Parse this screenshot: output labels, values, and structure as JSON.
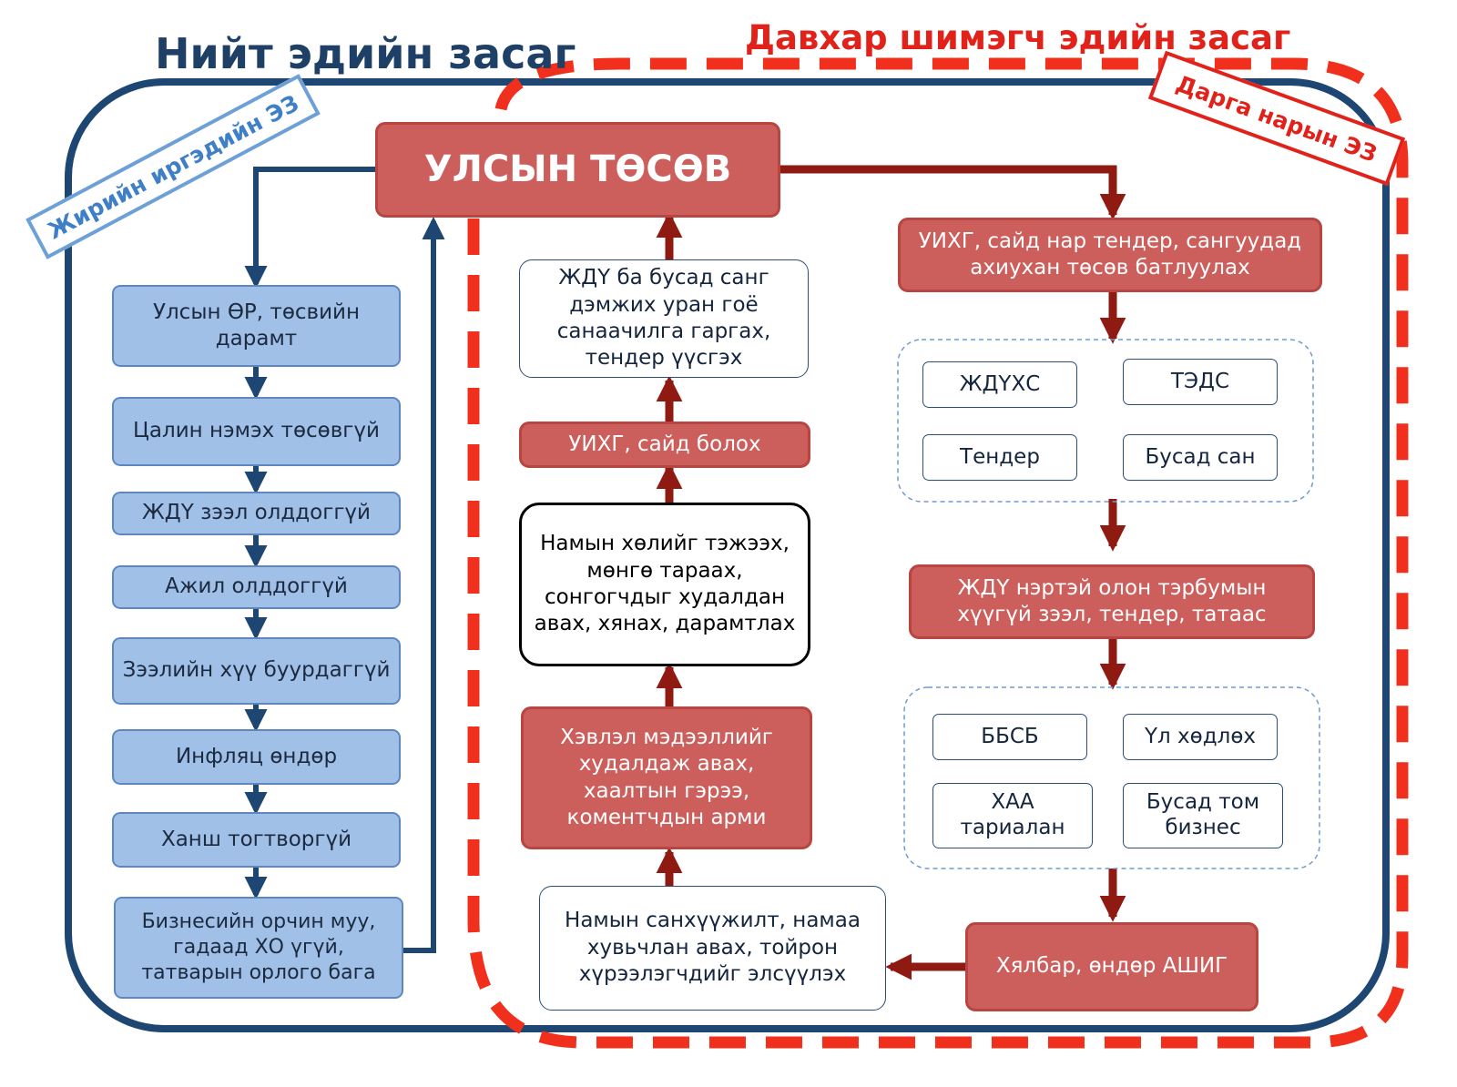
{
  "colors": {
    "navy": "#1e4673",
    "dash_red": "#f0301c",
    "arrow_red": "#8f1a12",
    "box_red": "#cc5f5c",
    "box_blue": "#a0c0e8",
    "tag_blue": "#3e7fc8",
    "tag_red": "#e0221a"
  },
  "titles": {
    "total_economy": "Нийт эдийн засаг",
    "parasitic_economy": "Давхар шимэгч эдийн засаг"
  },
  "tags": {
    "citizens_economy": "Жирийн иргэдийн ЭЗ",
    "bosses_economy": "Дарга нарын ЭЗ"
  },
  "budget": "УЛСЫН ТӨСӨВ",
  "left_column": [
    "Улсын ӨР, төсвийн дарамт",
    "Цалин нэмэх төсөвгүй",
    "ЖДҮ зээл олддоггүй",
    "Ажил олддоггүй",
    "Зээлийн хүү буурдаггүй",
    "Инфляц өндөр",
    "Ханш тогтворгүй",
    "Бизнесийн орчин муу, гадаад ХО үгүй, татварын орлого бага"
  ],
  "middle_column": {
    "fund_ideas": "ЖДҮ ба бусад санг дэмжих уран гоё санаачилга гаргах, тендер үүсгэх",
    "become_minister": "УИХГ, сайд болох",
    "party_network": "Намын хөлийг тэжээх, мөнгө тараах, сонгогчдыг худалдан авах, хянах, дарамтлах",
    "media": "Хэвлэл мэдээллийг худалдаж авах, хаалтын гэрээ, коментчдын арми",
    "party_finance": "Намын санхүүжилт, намаа хувьчлан авах, тойрон хүрээлэгчдийг элсүүлэх"
  },
  "right_column": {
    "approve_budget": "УИХГ, сайд нар тендер, сангуудад ахиухан төсөв батлуулах",
    "funds_group": [
      "ЖДҮХС",
      "ТЭДС",
      "Тендер",
      "Бусад сан"
    ],
    "cheap_loans": "ЖДҮ нэртэй олон тэрбумын хүүгүй зээл, тендер, татаас",
    "business_group": [
      "ББСБ",
      "Үл хөдлөх",
      "ХАА тариалан",
      "Бусад том бизнес"
    ],
    "profit": "Хялбар, өндөр АШИГ"
  }
}
